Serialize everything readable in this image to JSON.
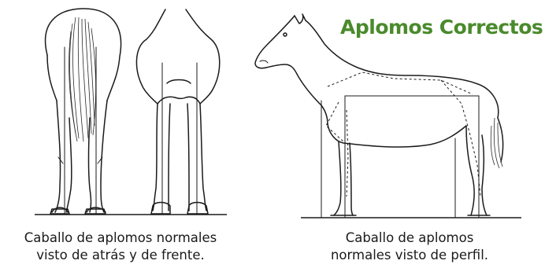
{
  "title": "Aplomos Correctos",
  "captions": {
    "left": [
      "Caballo de aplomos normales",
      "visto de atrás y de frente."
    ],
    "right": [
      "Caballo de aplomos",
      "normales visto de perfil."
    ]
  },
  "colors": {
    "title": "#4a8a2c",
    "ink": "#1b1b1b",
    "background": "#ffffff"
  }
}
